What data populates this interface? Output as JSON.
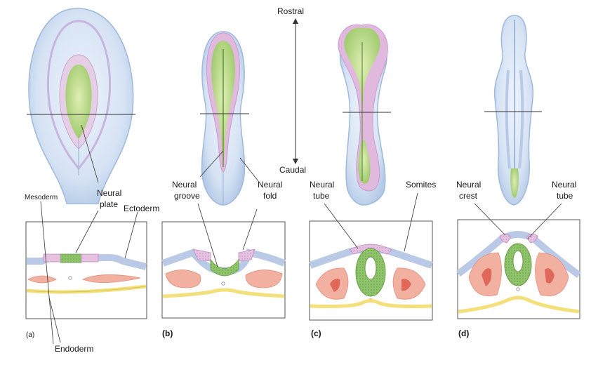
{
  "orientation": {
    "top": "Rostral",
    "bottom": "Caudal"
  },
  "panels": [
    {
      "letter": "(a)",
      "labels": [
        "Neural",
        "plate",
        "Ectoderm",
        "Mesoderm",
        "Endoderm"
      ]
    },
    {
      "letter": "(b)",
      "labels": [
        "Neural",
        "groove",
        "Neural",
        "fold"
      ]
    },
    {
      "letter": "(c)",
      "labels": [
        "Neural",
        "tube",
        "Somites"
      ]
    },
    {
      "letter": "(d)",
      "labels": [
        "Neural",
        "crest",
        "Neural",
        "tube"
      ]
    }
  ],
  "colors": {
    "ectoderm": "#b9c9e6",
    "neural": "#8fc46a",
    "neural_fold": "#e2b9de",
    "mesoderm": "#f2b1a0",
    "endoderm": "#f3e07a",
    "embryo_outline": "#a9c3e3"
  }
}
